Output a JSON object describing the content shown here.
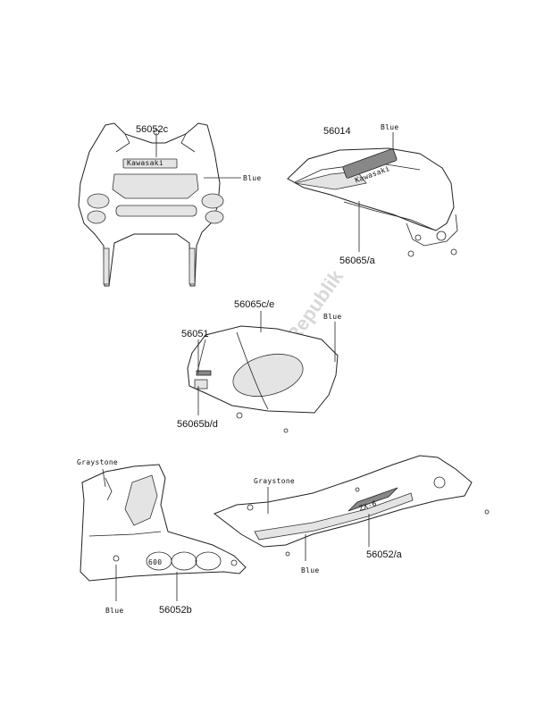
{
  "watermark": "PartsRepublik",
  "groups": [
    {
      "name": "upper-cowl",
      "labels": {
        "part_no": "56052c",
        "color": "Blue",
        "emblem": "Kawasaki"
      }
    },
    {
      "name": "fuel-tank",
      "labels": {
        "part_no": "56014",
        "color": "Blue",
        "sub_part": "56065/a",
        "emblem": "Kawasaki"
      }
    },
    {
      "name": "side-cover",
      "labels": {
        "part_no": "56051",
        "top_part": "56065c/e",
        "color": "Blue",
        "bottom_part": "56065b/d"
      }
    },
    {
      "name": "lower-fairing",
      "labels": {
        "color_top": "Graystone",
        "color_bottom": "Blue",
        "part_no": "56052b",
        "emblem": "600"
      }
    },
    {
      "name": "tail-cover",
      "labels": {
        "color_top": "Graystone",
        "color_bottom": "Blue",
        "part_no": "56052/a",
        "emblem": "ZX-6"
      }
    }
  ]
}
